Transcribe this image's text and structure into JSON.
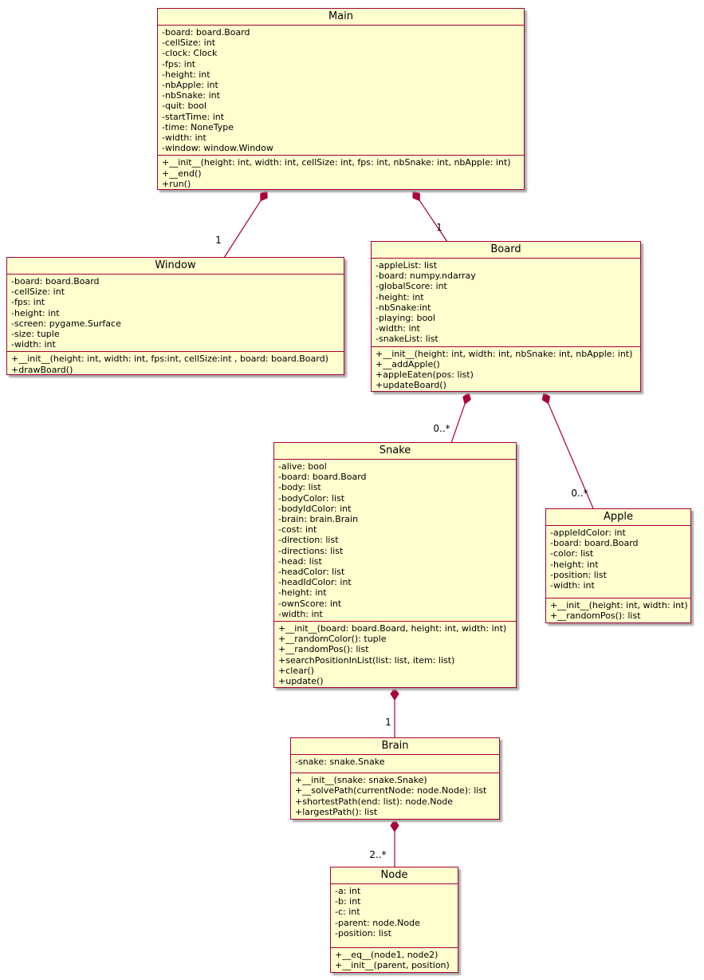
{
  "diagram": {
    "type": "uml-class-diagram",
    "colors": {
      "box_fill": "#FEFECE",
      "box_border": "#A80036",
      "edge_line": "#A80036",
      "text": "#000000",
      "shadow": "#A9A9A9"
    }
  },
  "classes": {
    "main": {
      "name": "Main",
      "attributes": [
        "-board: board.Board",
        "-cellSize: int",
        "-clock: Clock",
        "-fps: int",
        "-height: int",
        "-nbApple: int",
        "-nbSnake: int",
        "-quit: bool",
        "-startTime: int",
        "-time: NoneType",
        "-width: int",
        "-window: window.Window"
      ],
      "methods": [
        "+__init__(height: int, width: int, cellSize: int, fps: int, nbSnake: int, nbApple: int)",
        "+__end()",
        "+run()"
      ]
    },
    "window": {
      "name": "Window",
      "attributes": [
        "-board: board.Board",
        "-cellSize: int",
        "-fps: int",
        "-height: int",
        "-screen: pygame.Surface",
        "-size: tuple",
        "-width: int"
      ],
      "methods": [
        "+__init__(height: int, width: int, fps:int, cellSize:int , board: board.Board)",
        "+drawBoard()"
      ]
    },
    "board": {
      "name": "Board",
      "attributes": [
        "-appleList: list",
        "-board: numpy.ndarray",
        "-globalScore: int",
        "-height: int",
        "-nbSnake:int",
        "-playing: bool",
        "-width: int",
        "-snakeList: list"
      ],
      "methods": [
        "+__init__(height: int, width: int, nbSnake: int, nbApple: int)",
        "+__addApple()",
        "+appleEaten(pos: list)",
        "+updateBoard()"
      ]
    },
    "snake": {
      "name": "Snake",
      "attributes": [
        "-alive: bool",
        "-board: board.Board",
        "-body: list",
        "-bodyColor: list",
        "-bodyIdColor: int",
        "-brain: brain.Brain",
        "-cost: int",
        "-direction: list",
        "-directions: list",
        "-head: list",
        "-headColor: list",
        "-headIdColor: int",
        "-height: int",
        "-ownScore: int",
        "-width: int"
      ],
      "methods": [
        "+__init__(board: board.Board, height: int, width: int)",
        "+__randomColor(): tuple",
        "+__randomPos(): list",
        "+searchPositionInList(list: list, item: list)",
        "+clear()",
        "+update()"
      ]
    },
    "apple": {
      "name": "Apple",
      "attributes": [
        "-appleIdColor: int",
        "-board: board.Board",
        "-color: list",
        "-height: int",
        "-position: list",
        "-width: int"
      ],
      "methods": [
        "+__init__(height: int, width: int)",
        "+__randomPos(): list"
      ]
    },
    "brain": {
      "name": "Brain",
      "attributes": [
        "-snake: snake.Snake"
      ],
      "methods": [
        "+__init__(snake: snake.Snake)",
        "+__solvePath(currentNode: node.Node): list",
        "+shortestPath(end: list): node.Node",
        "+largestPath(): list"
      ]
    },
    "node": {
      "name": "Node",
      "attributes": [
        "-a: int",
        "-b: int",
        "-c: int",
        "-parent: node.Node",
        "-position: list"
      ],
      "methods": [
        "+__eq__(node1, node2)",
        "+__init__(parent, position)"
      ]
    }
  },
  "edges": {
    "main_window": {
      "type": "composition",
      "from": "Main",
      "to": "Window",
      "label": "1"
    },
    "main_board": {
      "type": "composition",
      "from": "Main",
      "to": "Board",
      "label": "1"
    },
    "board_snake": {
      "type": "composition",
      "from": "Board",
      "to": "Snake",
      "label": "0..*"
    },
    "board_apple": {
      "type": "composition",
      "from": "Board",
      "to": "Apple",
      "label": "0..*"
    },
    "snake_brain": {
      "type": "composition",
      "from": "Snake",
      "to": "Brain",
      "label": "1"
    },
    "brain_node": {
      "type": "composition",
      "from": "Brain",
      "to": "Node",
      "label": "2..*"
    }
  }
}
